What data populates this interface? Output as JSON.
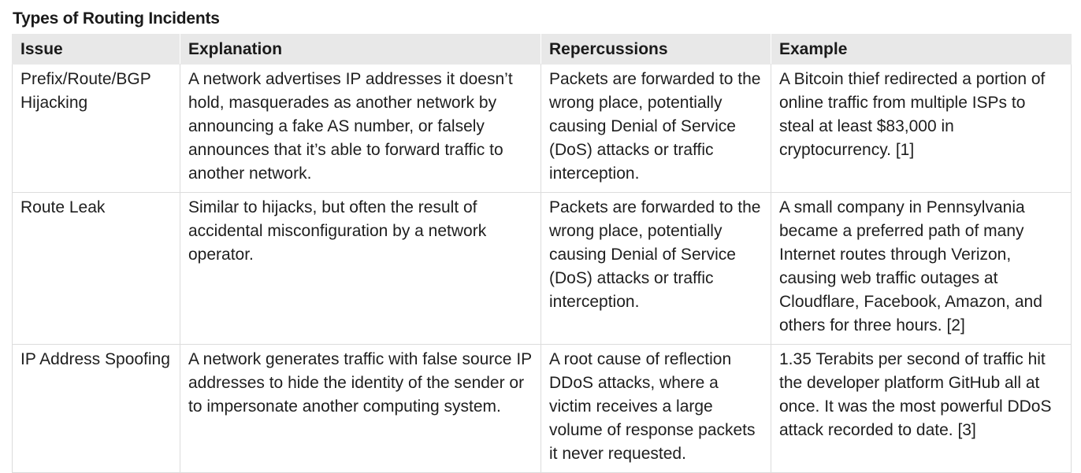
{
  "title": "Types of Routing Incidents",
  "table": {
    "headers": [
      "Issue",
      "Explanation",
      "Repercussions",
      "Example"
    ],
    "rows": [
      {
        "issue": "Prefix/Route/BGP Hijacking",
        "explanation": "A network advertises IP addresses it doesn’t hold, masquerades as another network by announcing a fake AS number, or falsely announces that it’s able to forward traffic to another network.",
        "repercussions": "Packets are forwarded to the wrong place, potentially causing Denial of Service (DoS) attacks or traffic interception.",
        "example": "A Bitcoin thief redirected a portion of online traffic from multiple ISPs to steal at least $83,000 in cryptocurrency. [1]"
      },
      {
        "issue": "Route Leak",
        "explanation": "Similar to hijacks, but often the result of accidental misconfiguration by a network operator.",
        "repercussions": "Packets are forwarded to the wrong place, potentially causing Denial of Service (DoS) attacks or traffic interception.",
        "example": "A small company in Pennsylvania became a preferred path of many Internet routes through Verizon, causing web traffic outages at Cloudflare, Facebook, Amazon, and others for three hours. [2]"
      },
      {
        "issue": "IP Address Spoofing",
        "explanation": "A network generates traffic with false source IP addresses to hide the identity of the sender or to impersonate another computing system.",
        "repercussions": "A root cause of reflection DDoS attacks, where a victim receives a large volume of response packets it never requested.",
        "example": "1.35 Terabits per second of traffic hit the developer platform GitHub all at once. It was the most powerful DDoS attack recorded to date. [3]"
      }
    ]
  }
}
